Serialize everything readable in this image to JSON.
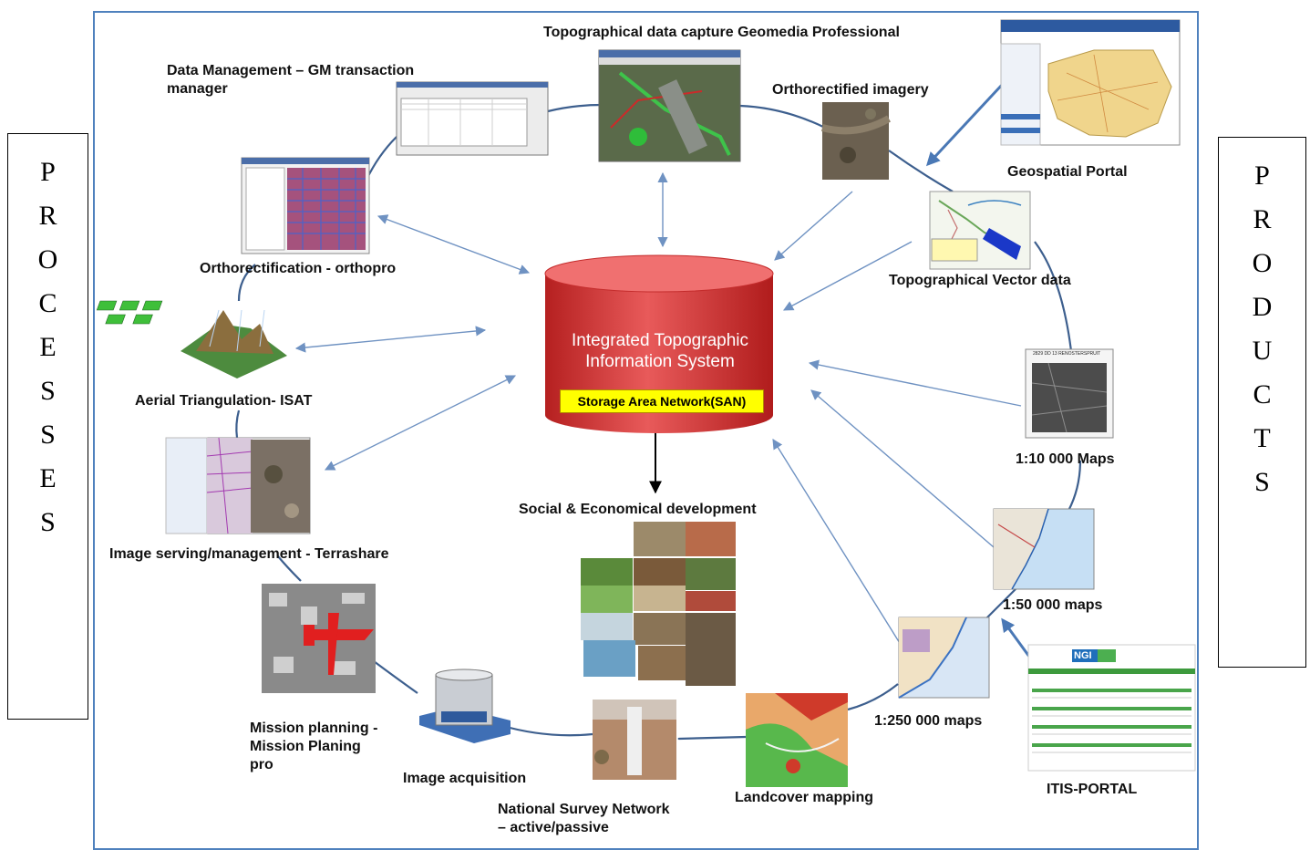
{
  "left_panel": {
    "letters": [
      "P",
      "R",
      "O",
      "C",
      "E",
      "S",
      "S",
      "E",
      "S"
    ]
  },
  "right_panel": {
    "letters": [
      "P",
      "R",
      "O",
      "D",
      "U",
      "C",
      "T",
      "S"
    ]
  },
  "center": {
    "title_line1": "Integrated Topographic",
    "title_line2": "Information System",
    "storage": "Storage Area Network(SAN)",
    "output": "Social & Economical development"
  },
  "nodes": {
    "data_management_line1": "Data Management –  GM transaction",
    "data_management_line2": "manager",
    "topo_capture": "Topographical data capture Geomedia Professional",
    "ortho_imagery": "Orthorectified imagery",
    "geo_portal": "Geospatial Portal",
    "orthorectification": "Orthorectification - orthopro",
    "topo_vector": "Topographical Vector data",
    "aerial_triangulation": "Aerial Triangulation- ISAT",
    "maps_10000": "1:10 000 Maps",
    "image_serving": "Image serving/management - Terrashare",
    "maps_50000": "1:50 000 maps",
    "mission_line1": "Mission planning -",
    "mission_line2": "Mission Planing",
    "mission_line3": "pro",
    "image_acquisition": "Image acquisition",
    "survey_line1": "National Survey Network",
    "survey_line2": "– active/passive",
    "landcover": "Landcover mapping",
    "maps_250000": "1:250 000 maps",
    "itis_portal": "ITIS-PORTAL",
    "itis_logo": "NGI",
    "map_thumb_caption": "2829 DD 13 RENOSTERSPRUIT"
  },
  "colors": {
    "frame": "#4f81bd",
    "arrows": "#7b9cc7",
    "db_red": "#d93a3a",
    "san_yellow": "#ffff00"
  }
}
